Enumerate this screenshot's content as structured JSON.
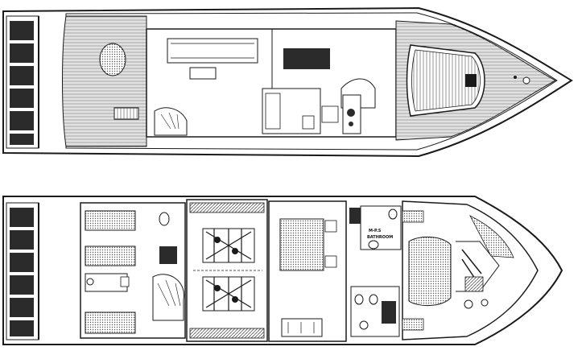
{
  "diagram": {
    "type": "yacht-deck-plan",
    "decks": [
      {
        "id": "main-deck",
        "labels": []
      },
      {
        "id": "lower-deck",
        "labels": [
          "M-P.S",
          "BATHROOM"
        ]
      }
    ],
    "colors": {
      "line": "#1a1a1a",
      "teak": "#8a8a8a",
      "dark": "#2b2b2b",
      "background": "#ffffff"
    }
  }
}
